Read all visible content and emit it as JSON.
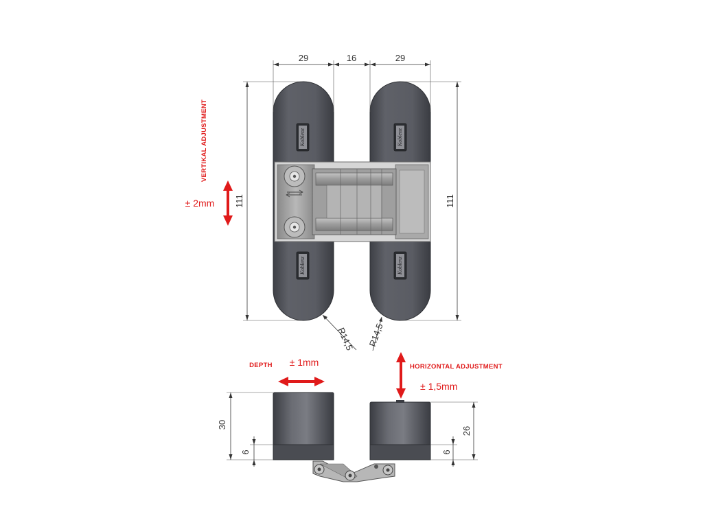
{
  "brand_mark": "Koblenz",
  "colors": {
    "body": "#5d5f66",
    "body_dark": "#3f4147",
    "metal": "#9a9a9a",
    "annotation": "#e01a1a",
    "dimension": "#333333"
  },
  "front_view": {
    "dim_left_width": "29",
    "dim_gap": "16",
    "dim_right_width": "29",
    "dim_height_left": "111",
    "dim_height_right": "111",
    "radius_left": "R14,5",
    "radius_right": "R14,5"
  },
  "vertical_adjustment": {
    "label": "VERTIKAL ADJUSTMENT",
    "value": "± 2mm"
  },
  "side_view": {
    "dim_left_height": "30",
    "dim_left_base": "6",
    "dim_right_height": "26",
    "dim_right_base": "6"
  },
  "depth_adjustment": {
    "label": "DEPTH",
    "value": "± 1mm"
  },
  "horizontal_adjustment": {
    "label": "HORIZONTAL ADJUSTMENT",
    "value": "± 1,5mm"
  }
}
